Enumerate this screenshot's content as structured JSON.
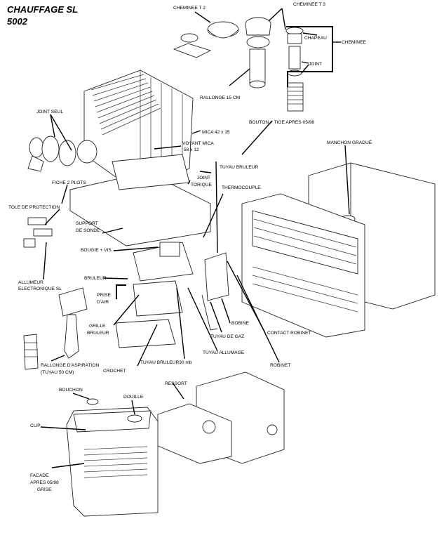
{
  "title": {
    "line1": "CHAUFFAGE SL",
    "line2": "5002"
  },
  "labels": {
    "cheminee_t2": "CHEMINEE T 2",
    "cheminee_t3": "CHEMINEE T 3",
    "chapeau": "CHAPEAU",
    "cheminee": "CHEMINEE",
    "joint": "JOINT",
    "rallonge": "RALLONGE 15 CM",
    "bouton_tige": "BOUTON + TIGE  APRES 05/98",
    "joint_seul": "JOINT SEUL",
    "mica": "MICA 42 x 15",
    "voyant_mica_1": "VOYANT MICA",
    "voyant_mica_2": "58 x 12",
    "manchon": "MANCHON GRADUÉ",
    "tuyau_bruleur": "TUYAU BRULEUR",
    "joint_torique_1": "JOINT",
    "joint_torique_2": "TORIQUE",
    "fiche": "FICHE 2 PLOTS",
    "thermocouple": "THERMOCOUPLE",
    "tole": "TOLE DE PROTECTION",
    "support_sonde_1": "SUPPORT",
    "support_sonde_2": "DE SONDE",
    "bougie": "BOUGIE + VIS",
    "bruleur": "BRULEUR",
    "allumeur_1": "ALLUMEUR",
    "allumeur_2": "ELECTRONIQUE SL",
    "prise_air_1": "PRISE",
    "prise_air_2": "D'AIR",
    "grille_1": "GRILLE",
    "grille_2": "BRULEUR",
    "bobine": "BOBINE",
    "contact_robinet": "CONTACT ROBINET",
    "tuyau_gaz": "TUYAU DE GAZ",
    "tuyau_allumage": "TUYAU ALLUMAGE",
    "robinet": "ROBINET",
    "tuyau_bruleur_30": "TUYAU BRULEUR30 mb",
    "crochet": "CROCHET",
    "rallonge_aspiration_1": "RALLONGE D'ASPIRATION",
    "rallonge_aspiration_2": "(TUYAU 50 CM)",
    "bouchon": "BOUCHON",
    "douille": "DOUILLE",
    "ressort": "RESSORT",
    "clip": "CLIP",
    "facade_1": "FACADE",
    "facade_2": "APRES 05/98",
    "facade_3": "GRISE"
  }
}
